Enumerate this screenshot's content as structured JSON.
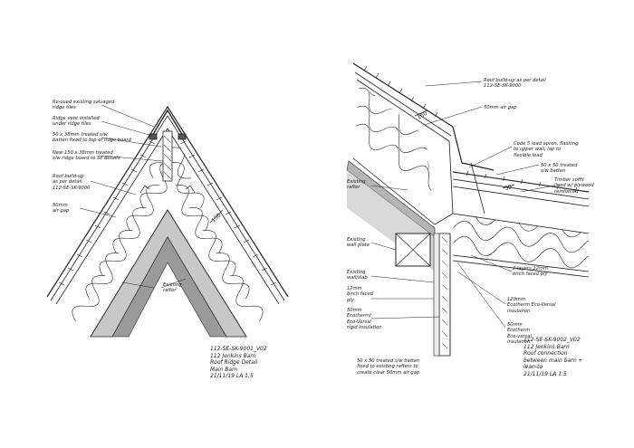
{
  "left_detail": {
    "annotations": {
      "ridge_tiles": "Re-used existing salvaged\nridge tiles",
      "ridge_vent": "Ridge vent installed\nunder ridge tiles",
      "ridge_board": "50 x 38mm treated s/w\nbatten fixed to top of ridge board",
      "new_timber": "New 150 x 38mm treated\ns/w ridge board to SE details",
      "roof_buildup": "Roof build-up\nas per detail\n112-SE-SK-9000",
      "air_gap": "50mm\nair gap",
      "existing_rafter": "Existing\nrafter",
      "dim": "150"
    },
    "drawing_ref": "112-SE-SK-9001_V02\n112 Jenkins Barn\nRoof Ridge Detail\nMain Barn\n21/11/19  LA  1:5"
  },
  "right_detail": {
    "annotations": {
      "roof_buildup": "Roof build-up as per detail\n112-SE-SK-9000",
      "air_gap": "50mm air gap",
      "lead": "Code 5 lead apron, flashing\nto upper wall, lap to\nflexible lead",
      "batten": "50 x 50 treated\ns/w batten",
      "timber_gutter": "Timber soffit\nlined w/ plywood\nreinforced",
      "existing_rafter": "Existing\nrafter",
      "wall_plate": "Existing\nwall plate",
      "existing_wall": "Existing\nwall/slab",
      "ply": "12mm\nbirch faced\nply",
      "celotex": "50mm\nEcotherm/\nEco-Versal\nrigid insulation",
      "layers": "2 layers 12mm\nbirch faced ply",
      "insul_120": "120mm\nEcotherm Eco-Versal\ninsulation",
      "insul_50": "50mm\nEcotherm\nEco-versal\ninsulation",
      "dim": "150",
      "dim2": "50"
    },
    "footnote": "50 x 50 treated s/w batten\nfixed to existing rafters to\ncreate clear 50mm air gap.",
    "drawing_ref": "112-SE-SK-9002_V02\n112 Jenkins Barn\nRoof connection\nbetween main barn +\nlean-to\n21/11/19  LA  1:5"
  }
}
